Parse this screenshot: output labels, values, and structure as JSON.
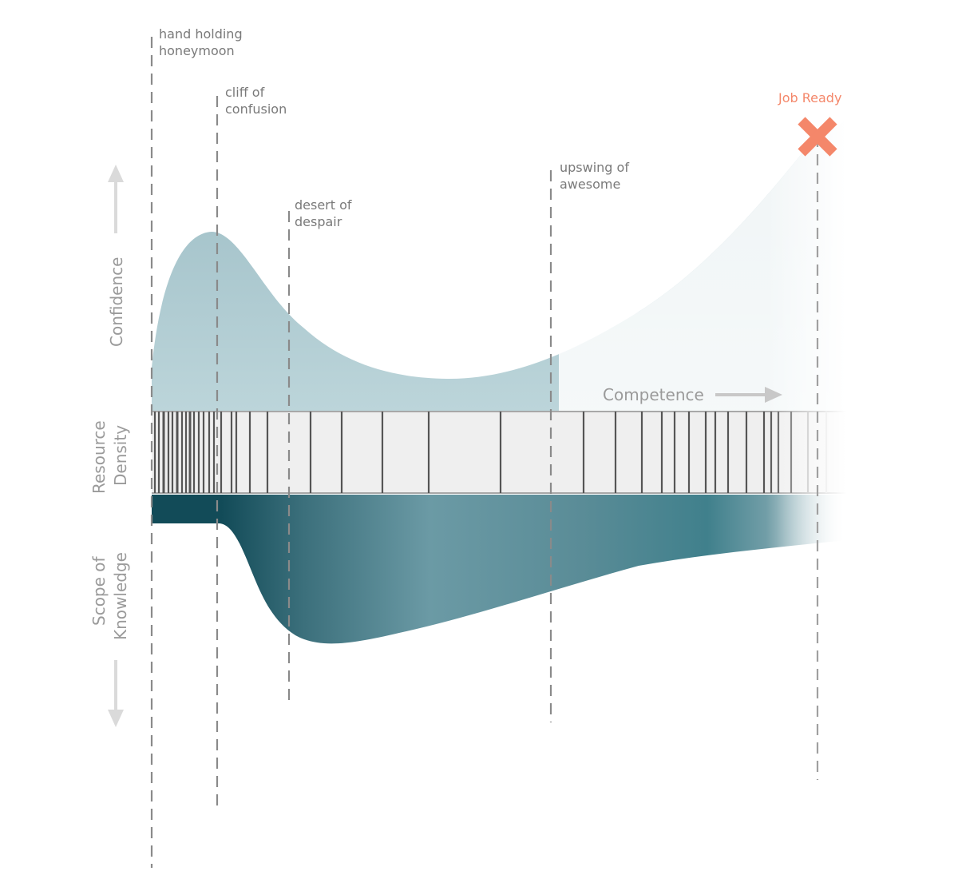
{
  "diagram": {
    "phases": [
      {
        "id": "honeymoon",
        "line1": "hand holding",
        "line2": "honeymoon"
      },
      {
        "id": "cliff",
        "line1": "cliff of",
        "line2": "confusion"
      },
      {
        "id": "desert",
        "line1": "desert of",
        "line2": "despair"
      },
      {
        "id": "upswing",
        "line1": "upswing of",
        "line2": "awesome"
      }
    ],
    "goal": {
      "label": "Job Ready",
      "color": "#f4876a",
      "icon": "x-mark-icon"
    },
    "axes": {
      "confidence": "Confidence",
      "resource_line1": "Resource",
      "resource_line2": "Density",
      "scope_line1": "Scope of",
      "scope_line2": "Knowledge",
      "competence": "Competence"
    },
    "colors": {
      "confidence_fill": "#a9c6cd",
      "knowledge_dark": "#124b58",
      "knowledge_mid": "#6b9aa5",
      "density_band": "#efefef",
      "dashed_line": "#888888"
    }
  }
}
